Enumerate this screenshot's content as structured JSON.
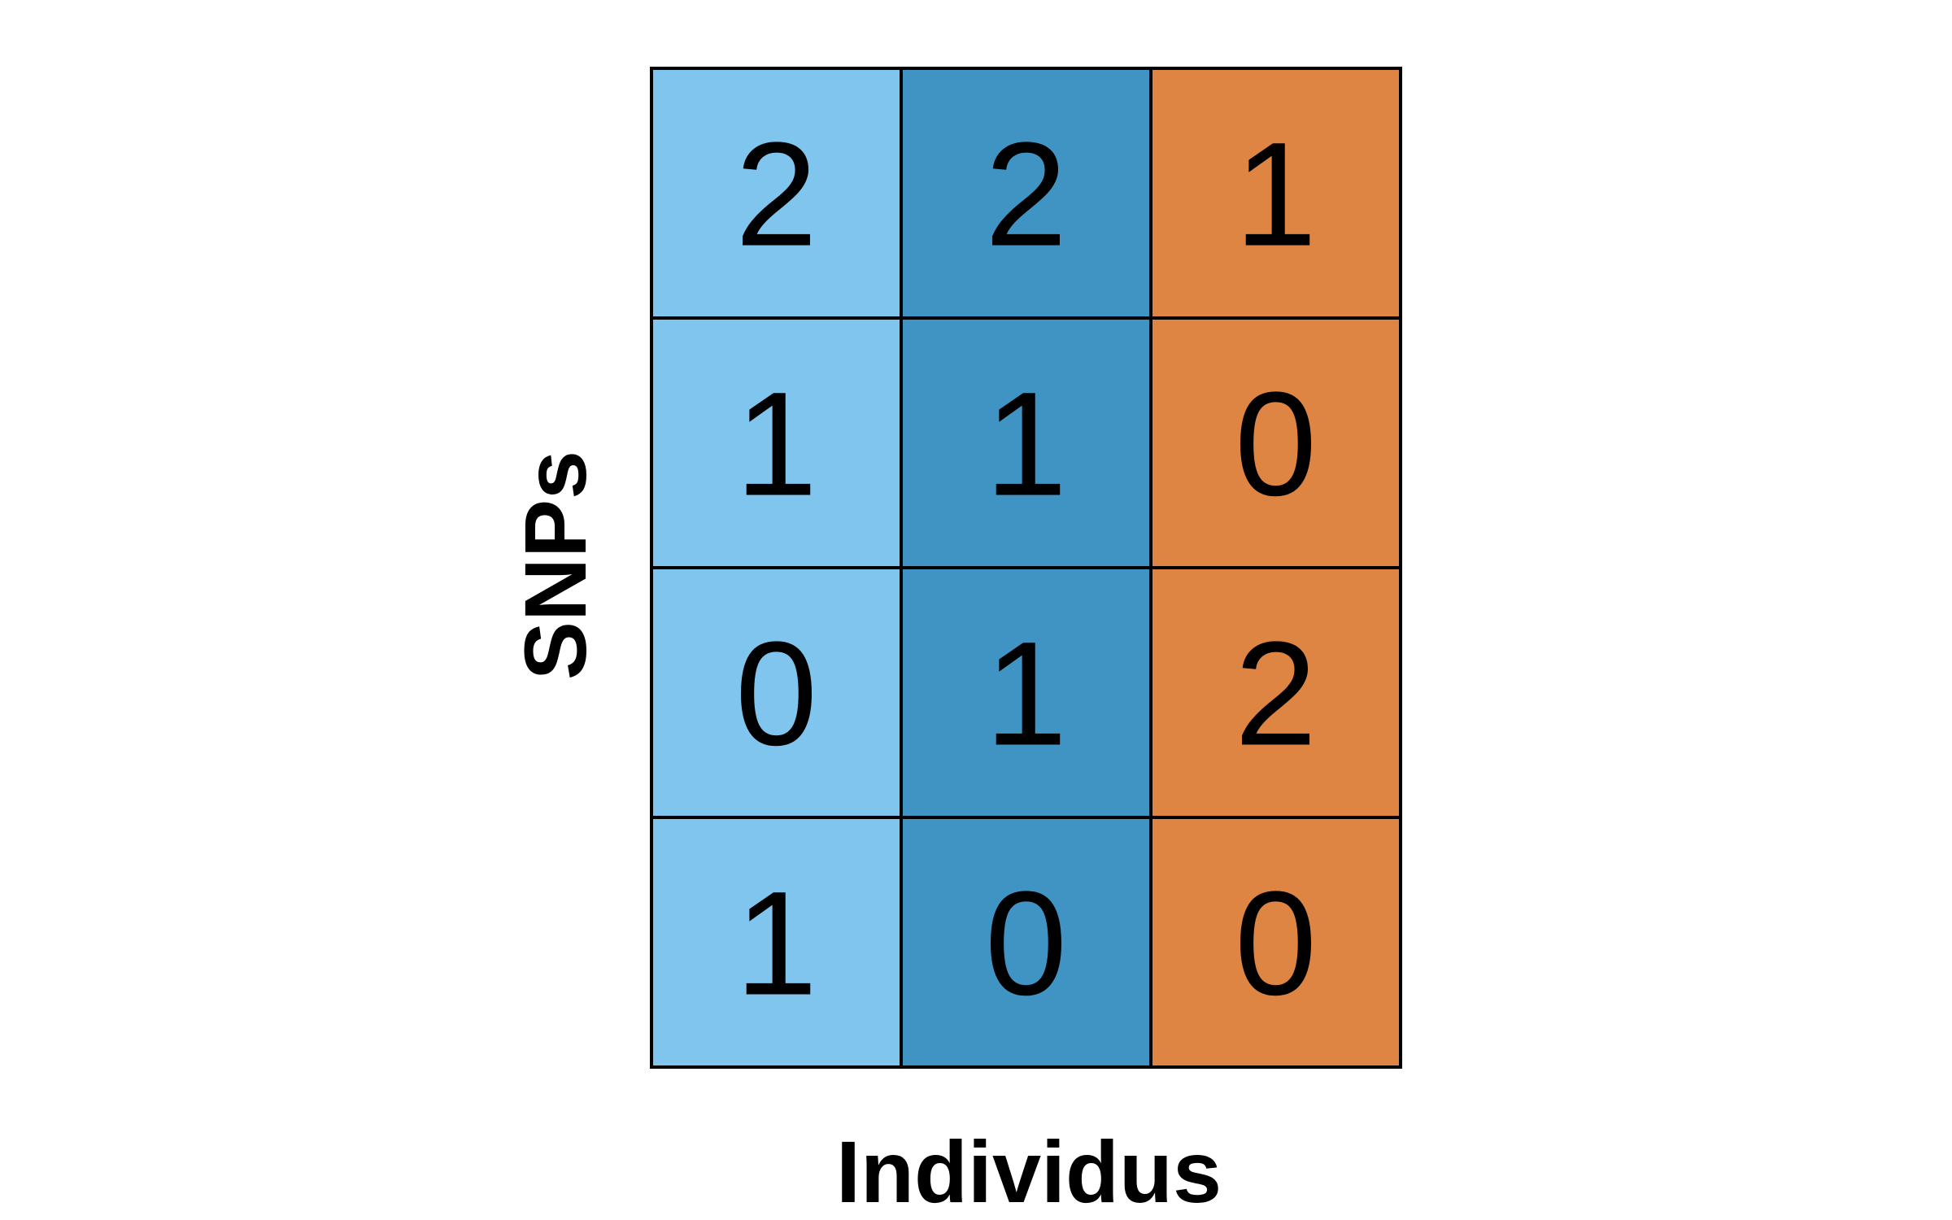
{
  "chart_data": {
    "type": "heatmap",
    "xlabel": "Individus",
    "ylabel": "SNPs",
    "columns": [
      {
        "color": "#7fc5ee",
        "values": [
          2,
          1,
          0,
          1
        ]
      },
      {
        "color": "#4094c4",
        "values": [
          2,
          1,
          1,
          0
        ]
      },
      {
        "color": "#df8543",
        "values": [
          1,
          0,
          2,
          0
        ]
      }
    ],
    "grid": true
  }
}
